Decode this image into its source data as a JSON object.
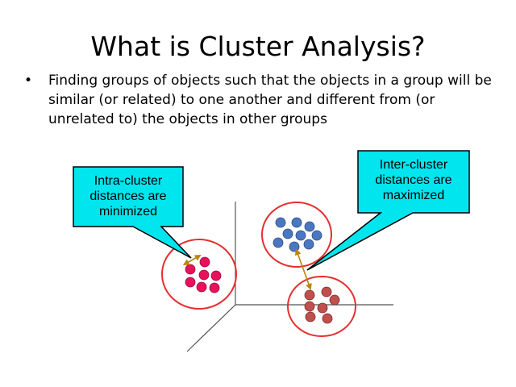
{
  "slide": {
    "title": "What is Cluster Analysis?",
    "bullet_symbol": "•",
    "bullet_text": "Finding groups of objects such that the objects in a group will be similar (or related) to one another and different from (or unrelated to) the objects in other groups"
  },
  "callouts": {
    "intra": {
      "lines": [
        "Intra-cluster",
        "distances are",
        "minimized"
      ]
    },
    "inter": {
      "lines": [
        "Inter-cluster",
        "distances are",
        "maximized"
      ]
    }
  },
  "colors": {
    "callout_fill": "#00e5ee",
    "cluster_ring": "#e62e2e",
    "pink_point": "#e8115b",
    "blue_point": "#4a78c0",
    "brown_point": "#c0504d",
    "distance_arrow": "#b8860b",
    "axis": "#555555"
  }
}
